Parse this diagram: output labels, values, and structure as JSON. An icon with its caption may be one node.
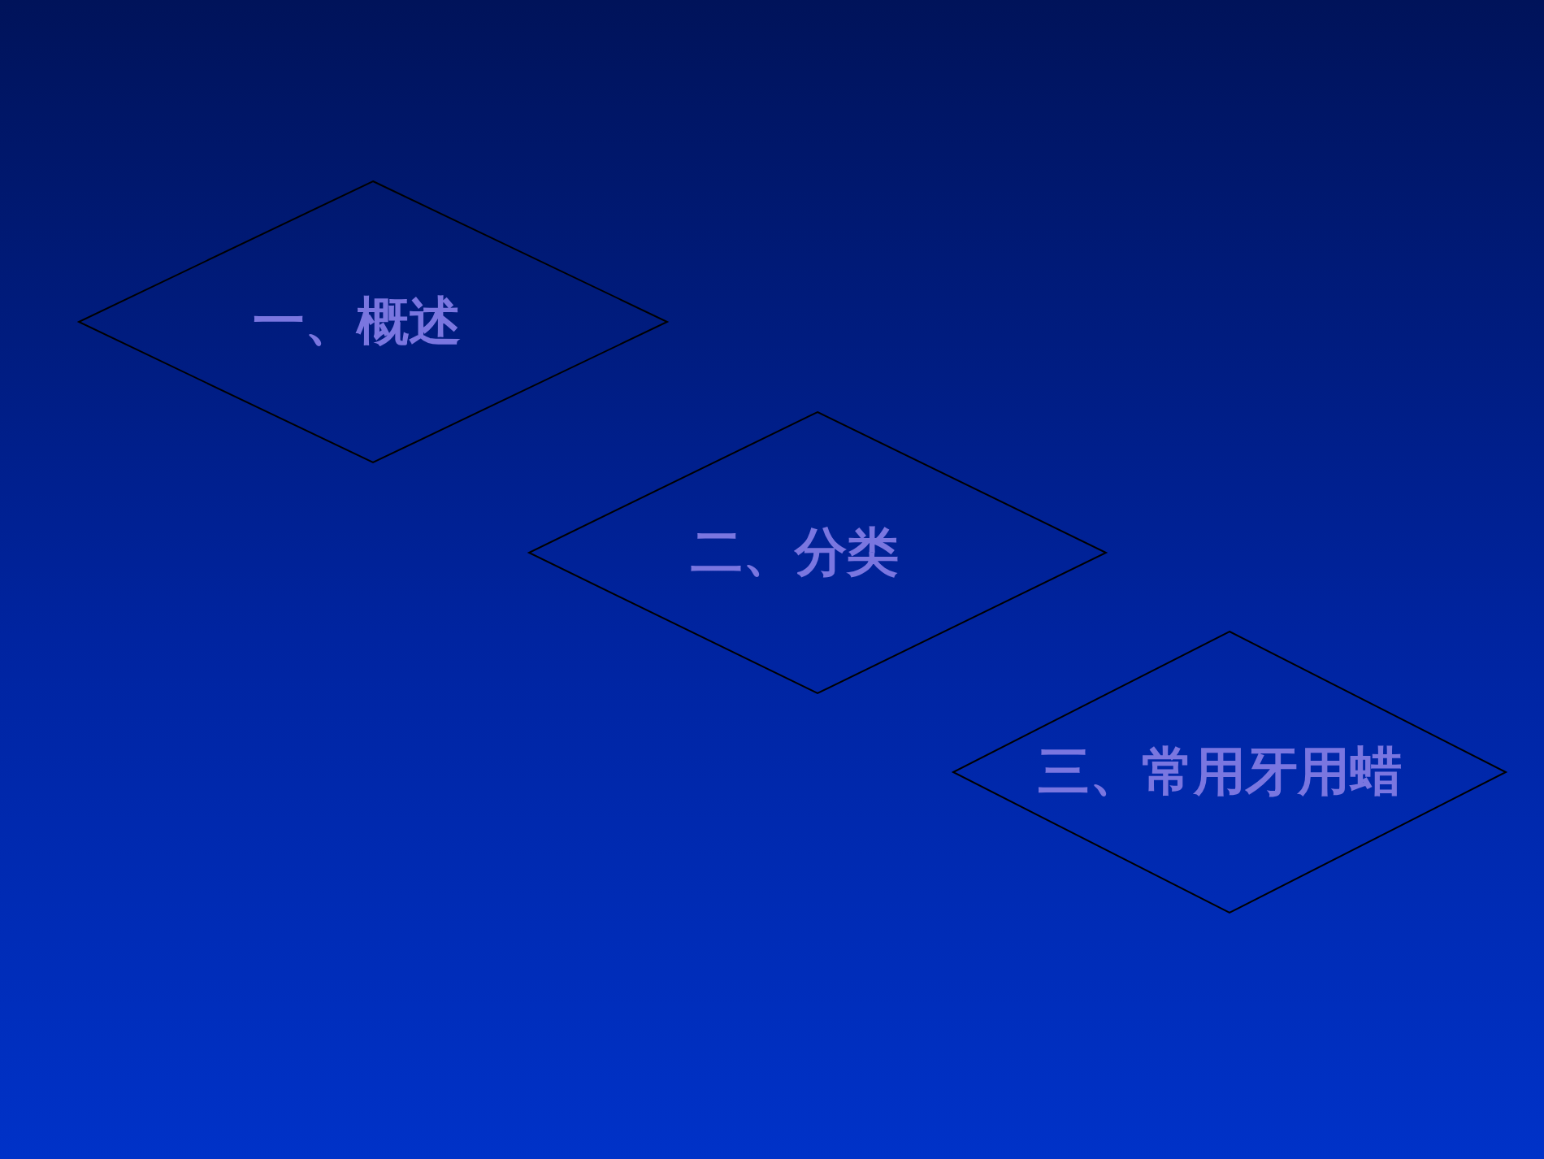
{
  "diagram": {
    "nodes": [
      {
        "text": [
          "一、概述"
        ]
      },
      {
        "text": [
          "二、分类"
        ]
      },
      {
        "text": [
          "三、常用牙用蜡"
        ]
      }
    ]
  }
}
